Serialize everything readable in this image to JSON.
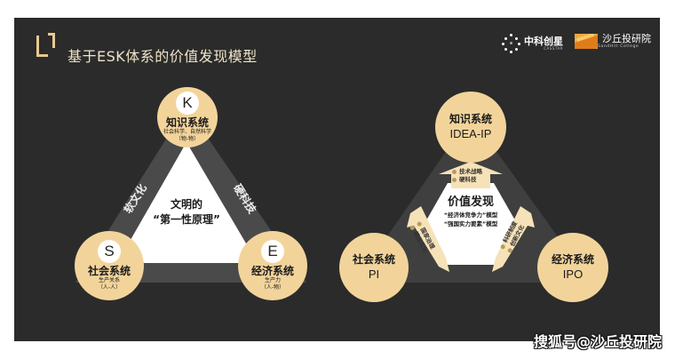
{
  "header": {
    "title": "基于ESK体系的价值发现模型",
    "bracket_icon": "corner-bracket-icon",
    "accent_color": "#e9c98e"
  },
  "logos": {
    "casstar": {
      "name": "中科创星",
      "sub": "CASSTAR",
      "icon": "dot-cluster-icon"
    },
    "sandhill": {
      "name": "沙丘投研院",
      "sub": "SandHill College",
      "icon": "orange-mountain-icon"
    }
  },
  "left_diagram": {
    "nodes": {
      "top": {
        "letter": "K",
        "name": "知识系统",
        "sub1": "社会科学、自然科学",
        "sub2": "（物-物）"
      },
      "left": {
        "letter": "S",
        "name": "社会系统",
        "sub1": "生产关系",
        "sub2": "（人-人）"
      },
      "right": {
        "letter": "E",
        "name": "经济系统",
        "sub1": "生产力",
        "sub2": "（人-物）"
      }
    },
    "edges": {
      "left": "软文化",
      "right": "硬科技"
    },
    "center": {
      "line1": "文明的",
      "line2": "“第一性原理”"
    }
  },
  "right_diagram": {
    "nodes": {
      "top": {
        "name": "知识系统",
        "code": "IDEA-IP"
      },
      "left": {
        "name": "社会系统",
        "code": "PI"
      },
      "right": {
        "name": "经济系统",
        "code": "IPO"
      }
    },
    "arrows": {
      "top": [
        "技术战略",
        "硬科技"
      ],
      "left": [
        "国家治理",
        "超级文化"
      ],
      "right": [
        "科研制度",
        "创新文化"
      ]
    },
    "center": {
      "title": "价值发现",
      "line1": "“经济体竞争力”模型",
      "line2": "“强国实力要素”模型"
    }
  },
  "colors": {
    "panel": "#2b2b2b",
    "node_fill": "#f2d49b",
    "band": "#4a4a4a",
    "inner": "#ffffff"
  },
  "watermark": "搜狐号@沙丘投研院"
}
